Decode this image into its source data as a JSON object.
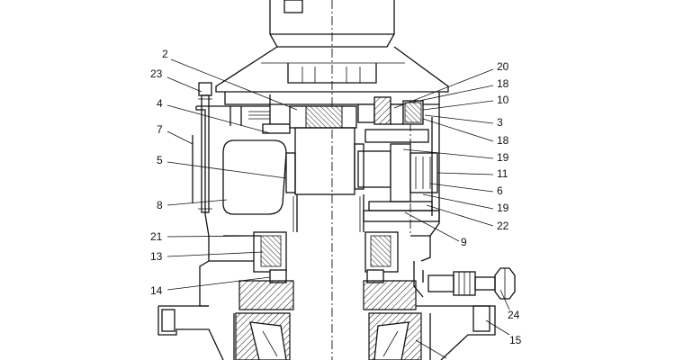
{
  "callouts": [
    {
      "num": "2"
    },
    {
      "num": "23"
    },
    {
      "num": "4"
    },
    {
      "num": "7"
    },
    {
      "num": "5"
    },
    {
      "num": "8"
    },
    {
      "num": "21"
    },
    {
      "num": "13"
    },
    {
      "num": "14"
    },
    {
      "num": "20"
    },
    {
      "num": "18"
    },
    {
      "num": "10"
    },
    {
      "num": "3"
    },
    {
      "num": "18"
    },
    {
      "num": "19"
    },
    {
      "num": "11"
    },
    {
      "num": "6"
    },
    {
      "num": "19"
    },
    {
      "num": "22"
    },
    {
      "num": "9"
    },
    {
      "num": "24"
    },
    {
      "num": "15"
    }
  ]
}
